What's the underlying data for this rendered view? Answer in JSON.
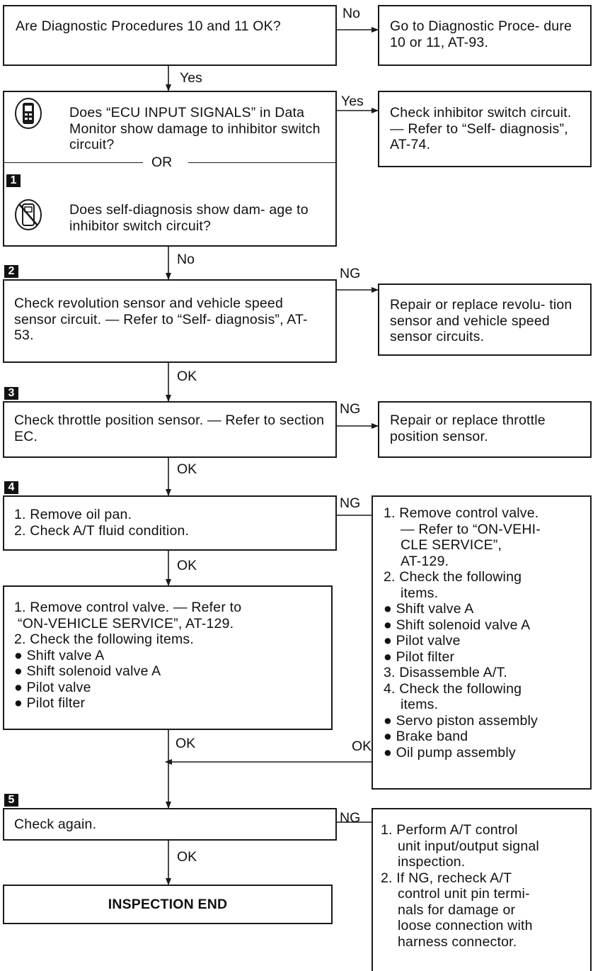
{
  "q1": {
    "text": "Are Diagnostic Procedures 10 and 11 OK?",
    "no": "No",
    "yes": "Yes"
  },
  "r1": {
    "text": "Go to Diagnostic Proce- dure 10 or 11, AT-93."
  },
  "q2": {
    "monitor_text": "Does “ECU INPUT SIGNALS” in Data Monitor show damage to inhibitor switch circuit?",
    "or": "OR",
    "step": "1",
    "self_text": "Does self-diagnosis show dam- age to inhibitor switch circuit?",
    "yes": "Yes",
    "no": "No"
  },
  "r2": {
    "text": "Check inhibitor switch circuit. — Refer to “Self- diagnosis”, AT-74."
  },
  "s2": {
    "step": "2",
    "text": "Check revolution sensor and vehicle speed sensor circuit. — Refer to “Self- diagnosis”, AT-53.",
    "ng": "NG",
    "ok": "OK"
  },
  "r3": {
    "text": "Repair or replace revolu- tion sensor and vehicle speed sensor circuits."
  },
  "s3": {
    "step": "3",
    "text": "Check throttle position sensor. — Refer to section EC.",
    "ng": "NG",
    "ok": "OK"
  },
  "r4": {
    "text": "Repair or replace throttle position sensor."
  },
  "s4": {
    "step": "4",
    "lines": [
      "1. Remove oil pan.",
      "2. Check A/T fluid condition."
    ],
    "ng": "NG",
    "ok": "OK"
  },
  "s4b": {
    "lines": [
      "1. Remove control valve. — Refer to",
      "“ON-VEHICLE SERVICE”, AT-129.",
      "2. Check the following items.",
      "● Shift valve A",
      "● Shift solenoid valve A",
      "● Pilot valve",
      "● Pilot filter"
    ],
    "ok": "OK"
  },
  "r5": {
    "lines": [
      "1. Remove control valve.",
      "— Refer to “ON-VEHI-",
      "CLE SERVICE”,",
      "AT-129.",
      "2. Check the following",
      "items.",
      "● Shift valve A",
      "● Shift solenoid valve A",
      "● Pilot valve",
      "● Pilot filter",
      "3. Disassemble A/T.",
      "4. Check the following",
      "items.",
      "● Servo piston assembly",
      "● Brake band",
      "● Oil pump assembly"
    ],
    "ok": "OK"
  },
  "s5": {
    "step": "5",
    "text": "Check again.",
    "ng": "NG",
    "ok": "OK"
  },
  "r6": {
    "lines": [
      "1. Perform A/T control",
      "unit input/output signal",
      "inspection.",
      "2. If NG, recheck A/T",
      "control unit pin termi-",
      "nals for damage or",
      "loose connection with",
      "harness connector."
    ]
  },
  "end": {
    "text": "INSPECTION END"
  },
  "icons": {
    "monitor": "consult-tester-icon",
    "self_diag": "no-tester-icon"
  }
}
